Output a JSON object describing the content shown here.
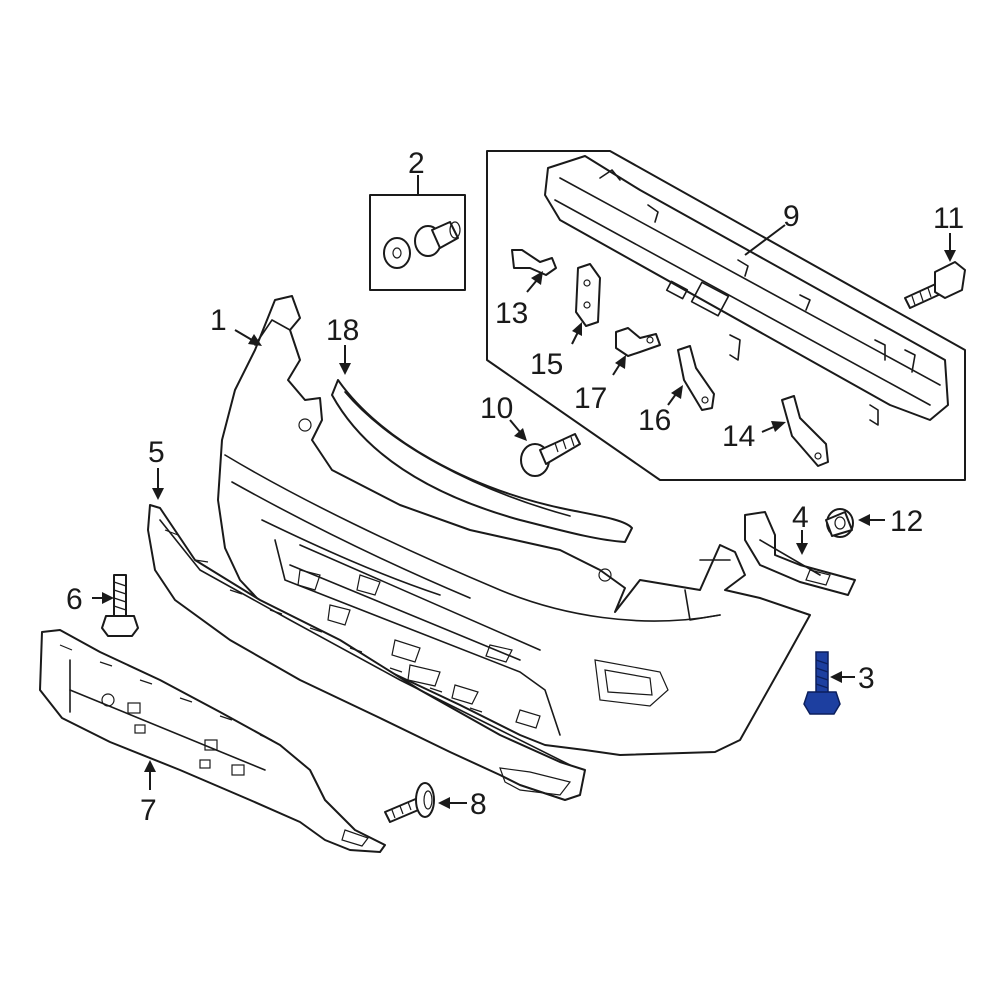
{
  "diagram": {
    "highlight_color": "#1d3fa0",
    "line_color": "#1a1a1a",
    "background": "#ffffff",
    "highlighted_part": "3",
    "callouts": {
      "c1": "1",
      "c2": "2",
      "c3": "3",
      "c4": "4",
      "c5": "5",
      "c6": "6",
      "c7": "7",
      "c8": "8",
      "c9": "9",
      "c10": "10",
      "c11": "11",
      "c12": "12",
      "c13": "13",
      "c14": "14",
      "c15": "15",
      "c16": "16",
      "c17": "17",
      "c18": "18"
    }
  }
}
